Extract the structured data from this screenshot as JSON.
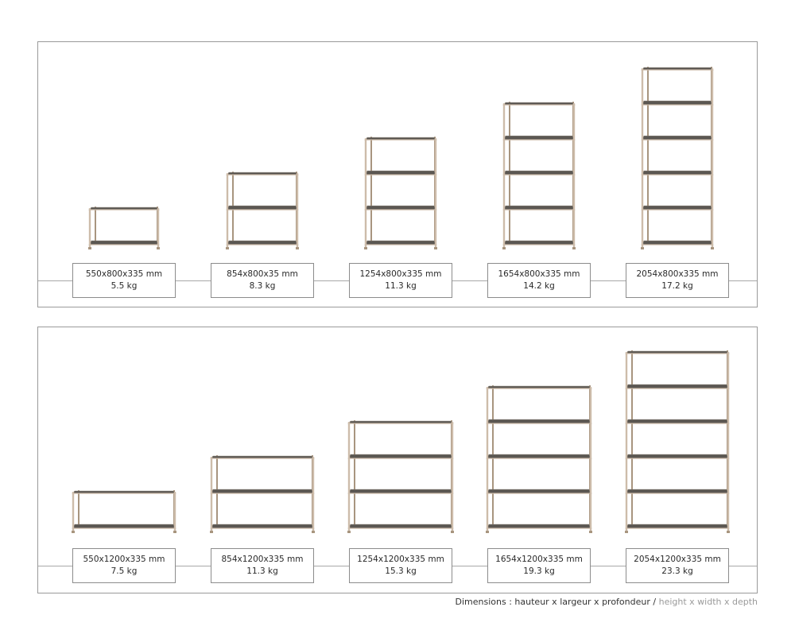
{
  "colors": {
    "frame": "#cdbcaa",
    "frame_dark": "#a8957f",
    "shelf": "#5b5752",
    "shelf_edge": "#8b8378",
    "border": "#9a9a9a"
  },
  "rows": [
    {
      "items": [
        {
          "dims": "550x800x335 mm",
          "weight": "5.5 kg",
          "tiers": 2
        },
        {
          "dims": "854x800x35 mm",
          "weight": "8.3 kg",
          "tiers": 3
        },
        {
          "dims": "1254x800x335 mm",
          "weight": "11.3 kg",
          "tiers": 4
        },
        {
          "dims": "1654x800x335 mm",
          "weight": "14.2 kg",
          "tiers": 5
        },
        {
          "dims": "2054x800x335 mm",
          "weight": "17.2 kg",
          "tiers": 6
        }
      ]
    },
    {
      "items": [
        {
          "dims": "550x1200x335 mm",
          "weight": "7.5 kg",
          "tiers": 2
        },
        {
          "dims": "854x1200x335 mm",
          "weight": "11.3 kg",
          "tiers": 3
        },
        {
          "dims": "1254x1200x335 mm",
          "weight": "15.3 kg",
          "tiers": 4
        },
        {
          "dims": "1654x1200x335 mm",
          "weight": "19.3 kg",
          "tiers": 5
        },
        {
          "dims": "2054x1200x335 mm",
          "weight": "23.3 kg",
          "tiers": 6
        }
      ]
    }
  ],
  "footer": {
    "fr": "Dimensions : hauteur x largeur x profondeur",
    "sep": " / ",
    "en": "height x width x depth"
  }
}
